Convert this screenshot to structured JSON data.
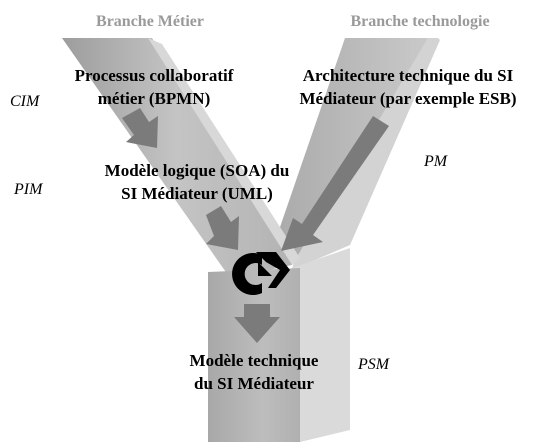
{
  "branches": {
    "left_title": "Branche Métier",
    "right_title": "Branche technologie"
  },
  "side_labels": {
    "cim": "CIM",
    "pim": "PIM",
    "pm": "PM",
    "psm": "PSM"
  },
  "boxes": {
    "bpmn": {
      "line1": "Processus collaboratif",
      "line2": "métier (BPMN)"
    },
    "arch": {
      "line1": "Architecture technique du SI",
      "line2": "Médiateur (par exemple ESB)"
    },
    "soa": {
      "line1": "Modèle logique (SOA) du",
      "line2": "SI Médiateur (UML)"
    },
    "tech": {
      "line1": "Modèle technique",
      "line2": "du SI Médiateur"
    }
  },
  "colors": {
    "branch_face": "#b9b9b9",
    "branch_light": "#d6d6d6",
    "branch_dark": "#8f8f8f",
    "arrow": "#7b7b7b",
    "title_gray": "#9a9a9a"
  },
  "icons": {
    "merge": "circular-merge-arrow-icon"
  }
}
